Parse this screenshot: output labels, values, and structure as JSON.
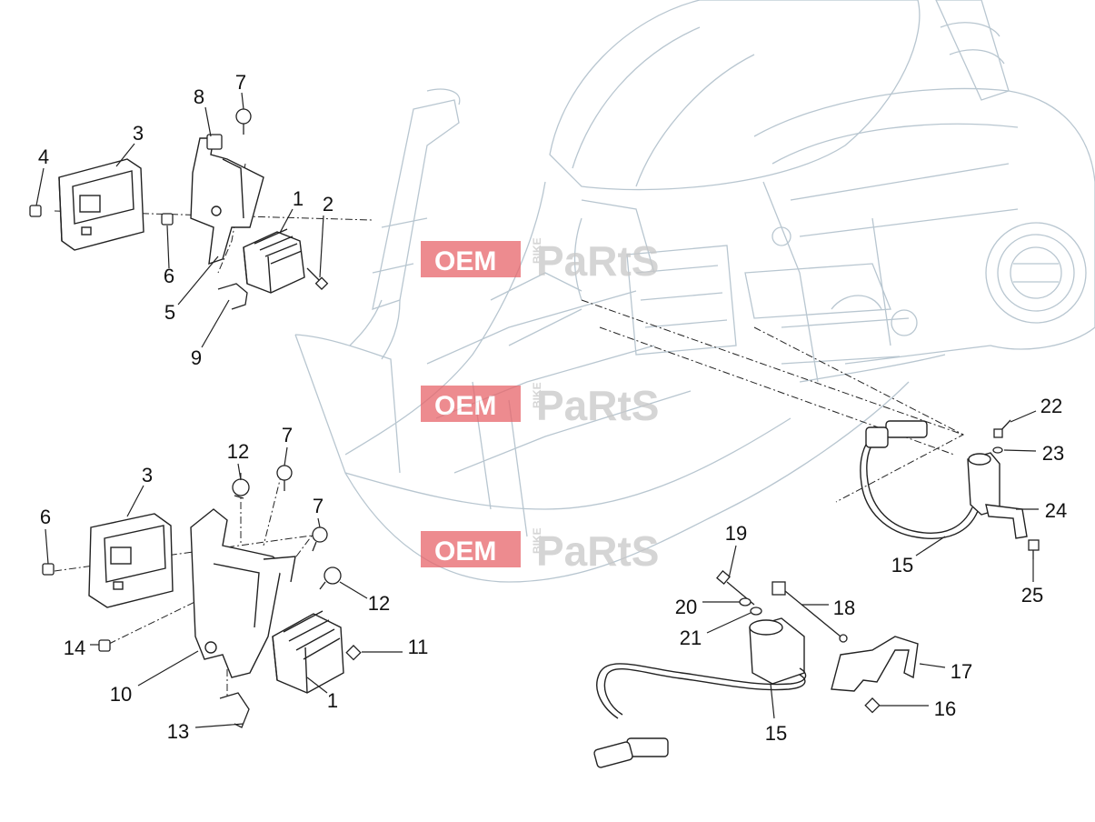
{
  "watermark": {
    "brand_a": "OEM",
    "brand_b": "PaRtS",
    "tag": "BIKE",
    "accent": "#e8656a",
    "grey": "#c8c8c8"
  },
  "colors": {
    "scooter_outline": "#b8c6d0",
    "parts_outline": "#222222",
    "leader": "#222222"
  },
  "callouts": [
    {
      "id": "c8",
      "label": "8"
    },
    {
      "id": "c7a",
      "label": "7"
    },
    {
      "id": "c3a",
      "label": "3"
    },
    {
      "id": "c4",
      "label": "4"
    },
    {
      "id": "c1a",
      "label": "1"
    },
    {
      "id": "c2",
      "label": "2"
    },
    {
      "id": "c6a",
      "label": "6"
    },
    {
      "id": "c5",
      "label": "5"
    },
    {
      "id": "c9",
      "label": "9"
    },
    {
      "id": "c12a",
      "label": "12"
    },
    {
      "id": "c7b",
      "label": "7"
    },
    {
      "id": "c3b",
      "label": "3"
    },
    {
      "id": "c6b",
      "label": "6"
    },
    {
      "id": "c7c",
      "label": "7"
    },
    {
      "id": "c12b",
      "label": "12"
    },
    {
      "id": "c11",
      "label": "11"
    },
    {
      "id": "c14",
      "label": "14"
    },
    {
      "id": "c10",
      "label": "10"
    },
    {
      "id": "c1b",
      "label": "1"
    },
    {
      "id": "c13",
      "label": "13"
    },
    {
      "id": "c22",
      "label": "22"
    },
    {
      "id": "c23",
      "label": "23"
    },
    {
      "id": "c24",
      "label": "24"
    },
    {
      "id": "c15a",
      "label": "15"
    },
    {
      "id": "c25",
      "label": "25"
    },
    {
      "id": "c19",
      "label": "19"
    },
    {
      "id": "c18",
      "label": "18"
    },
    {
      "id": "c20",
      "label": "20"
    },
    {
      "id": "c21",
      "label": "21"
    },
    {
      "id": "c17",
      "label": "17"
    },
    {
      "id": "c16",
      "label": "16"
    },
    {
      "id": "c15b",
      "label": "15"
    }
  ]
}
